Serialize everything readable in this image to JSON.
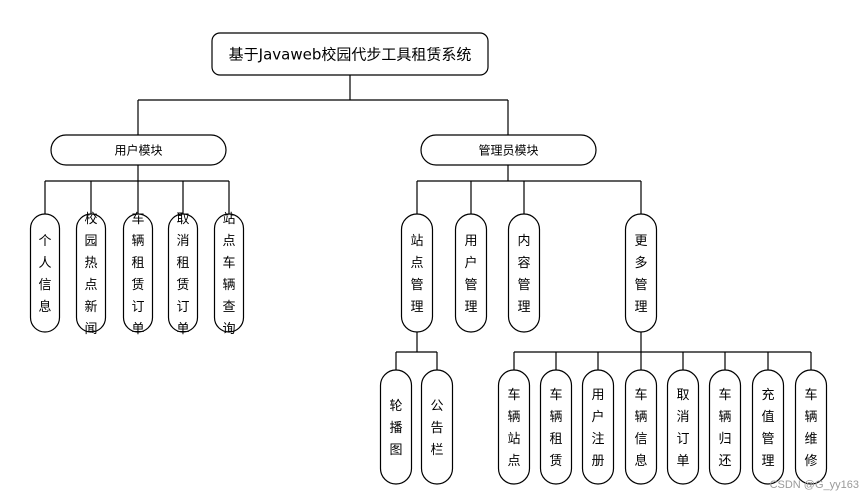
{
  "diagram": {
    "root": "基于Javaweb校园代步工具租赁系统",
    "modules": [
      {
        "id": "user",
        "label": "用户模块",
        "children": [
          {
            "id": "u1",
            "label": "个人信息"
          },
          {
            "id": "u2",
            "label": "校园热点新闻"
          },
          {
            "id": "u3",
            "label": "车辆租赁订单"
          },
          {
            "id": "u4",
            "label": "取消租赁订单"
          },
          {
            "id": "u5",
            "label": "站点车辆查询"
          }
        ]
      },
      {
        "id": "admin",
        "label": "管理员模块",
        "children": [
          {
            "id": "a1",
            "label": "站点管理",
            "children": [
              {
                "id": "a1c1",
                "label": "轮播图"
              },
              {
                "id": "a1c2",
                "label": "公告栏"
              }
            ]
          },
          {
            "id": "a2",
            "label": "用户管理"
          },
          {
            "id": "a3",
            "label": "内容管理"
          },
          {
            "id": "a4",
            "label": "更多管理",
            "children": [
              {
                "id": "a4c1",
                "label": "车辆站点"
              },
              {
                "id": "a4c2",
                "label": "车辆租赁"
              },
              {
                "id": "a4c3",
                "label": "用户注册"
              },
              {
                "id": "a4c4",
                "label": "车辆信息"
              },
              {
                "id": "a4c5",
                "label": "取消订单"
              },
              {
                "id": "a4c6",
                "label": "车辆归还"
              },
              {
                "id": "a4c7",
                "label": "充值管理"
              },
              {
                "id": "a4c8",
                "label": "车辆维修"
              }
            ]
          }
        ]
      }
    ]
  },
  "watermark": "CSDN @G_yy163"
}
